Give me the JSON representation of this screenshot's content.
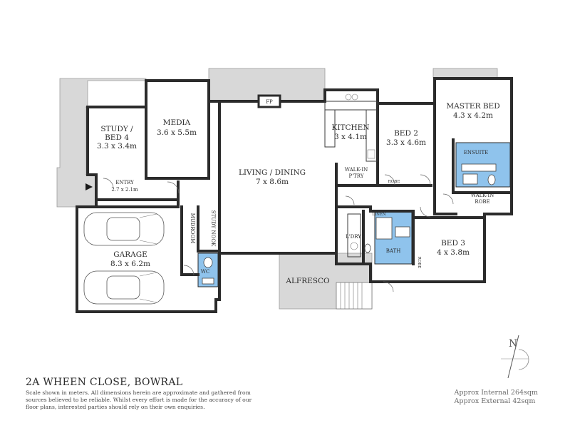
{
  "address": "2A WHEEN CLOSE, BOWRAL",
  "disclaimer": "Scale shown in meters. All dimensions herein are approximate and gathered from sources believed to be reliable. Whilst every effort is made for the accuracy of our floor plans, interested parties should rely on their own enquiries.",
  "areas": {
    "internal": "Approx Internal 264sqm",
    "external": "Approx External 42sqm"
  },
  "compass": {
    "label": "N"
  },
  "rooms": {
    "study": {
      "name1": "STUDY /",
      "name2": "BED 4",
      "dims": "3.3 x 3.4m"
    },
    "media": {
      "name": "MEDIA",
      "dims": "3.6 x 5.5m"
    },
    "entry": {
      "name": "ENTRY",
      "dims": "2.7 x 2.1m"
    },
    "living": {
      "name": "LIVING / DINING",
      "dims": "7 x 8.6m"
    },
    "fp": {
      "name": "FP"
    },
    "kitchen": {
      "name": "KITCHEN",
      "dims": "3 x 4.1m"
    },
    "walkin_pantry": {
      "name1": "WALK-IN",
      "name2": "P'TRY"
    },
    "bed2": {
      "name": "BED 2",
      "dims": "3.3 x 4.6m"
    },
    "robe2": {
      "name": "ROBE"
    },
    "master": {
      "name": "MASTER BED",
      "dims": "4.3 x 4.2m"
    },
    "ensuite": {
      "name": "ENSUITE"
    },
    "walkin_robe": {
      "name1": "WALK-IN",
      "name2": "ROBE"
    },
    "garage": {
      "name": "GARAGE",
      "dims": "8.3 x 6.2m"
    },
    "mudroom": {
      "name": "MUDROOM"
    },
    "study_nook": {
      "name": "STUDY NOOK"
    },
    "wc": {
      "name": "WC"
    },
    "ldry": {
      "name": "L'DRY"
    },
    "linen": {
      "name": "LINEN"
    },
    "bath": {
      "name": "BATH"
    },
    "bed3": {
      "name": "BED 3",
      "dims": "4 x 3.8m"
    },
    "robe3": {
      "name": "ROBE"
    },
    "alfresco": {
      "name": "ALFRESCO"
    }
  },
  "colors": {
    "wet_area": "#8fc3ec",
    "deck": "#d8d8d8",
    "wall": "#2b2b2b"
  }
}
